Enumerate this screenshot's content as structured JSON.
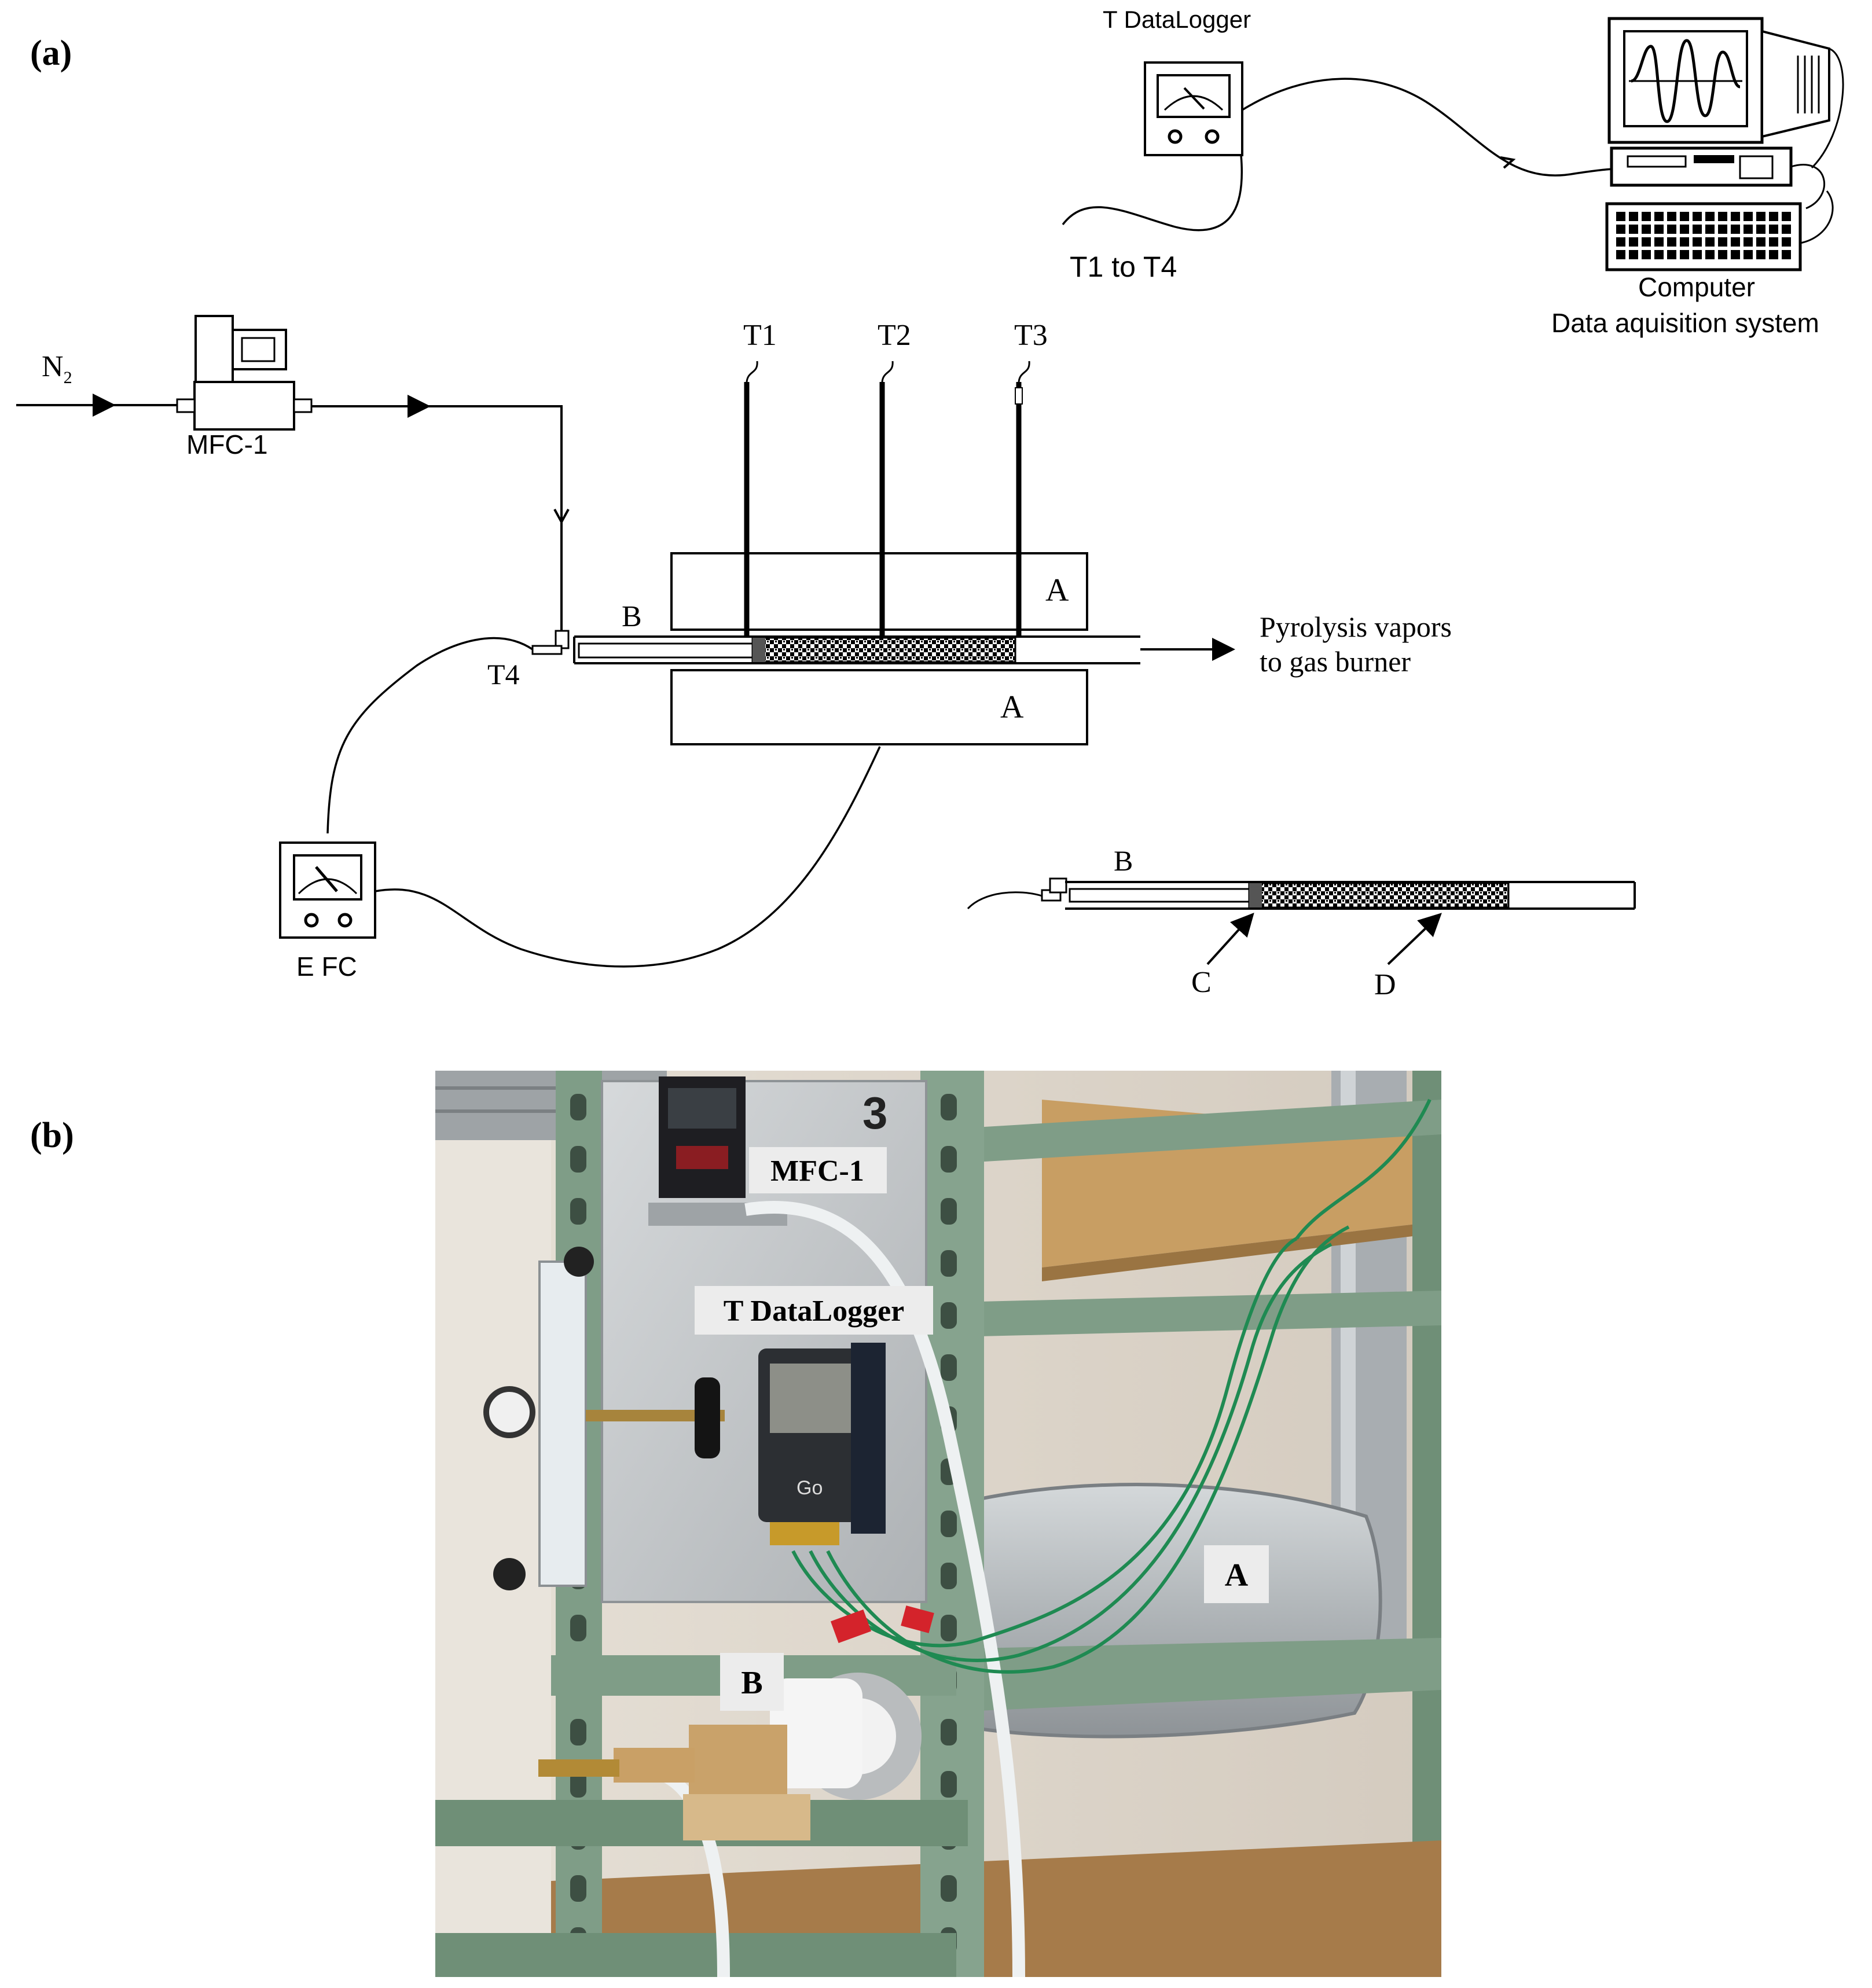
{
  "panel_labels": {
    "a": "(a)",
    "b": "(b)"
  },
  "diagram": {
    "datalogger_label": "T DataLogger",
    "datalogger_input": "T1 to T4",
    "computer_label": "Computer",
    "daq_label": "Data aquisition system",
    "gas_label": "N",
    "gas_subscript": "2",
    "mfc_label": "MFC-1",
    "thermocouples": [
      "T1",
      "T2",
      "T3"
    ],
    "t4_label": "T4",
    "furnace_label": "A",
    "reactor_label": "B",
    "outlet_line1": "Pyrolysis vapors",
    "outlet_line2": "to gas burner",
    "efc_label": "E FC",
    "detail_reactor_label": "B",
    "detail_c_label": "C",
    "detail_d_label": "D"
  },
  "photo": {
    "mfc_label": "MFC-1",
    "datalogger_label": "T DataLogger",
    "furnace_label": "A",
    "reactor_label": "B",
    "rack_number": "3",
    "meter_word": "Go"
  },
  "colors": {
    "line": "#000000",
    "rack_green": "#7f9d87",
    "rack_green_dark": "#5f7e68",
    "panel_metal": "#c9ccce",
    "wall": "#ded6cc",
    "wire_green": "#1f8a52",
    "tube_white": "#eef1f2",
    "furnace_metal": "#b9bdc0",
    "label_bg": "#ececec"
  }
}
